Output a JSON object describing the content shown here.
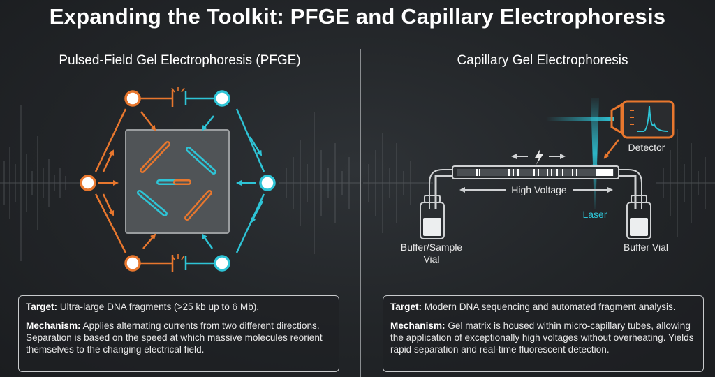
{
  "title": "Expanding the Toolkit: PFGE and Capillary Electrophoresis",
  "pfge": {
    "title": "Pulsed-Field Gel Electrophoresis (PFGE)",
    "target_label": "Target:",
    "target_text": "Ultra-large DNA fragments (>25 kb up to 6 Mb).",
    "mechanism_label": "Mechanism:",
    "mechanism_text": "Applies alternating currents from two different directions. Separation is based on the speed at which massive molecules reorient themselves to the changing electrical field."
  },
  "cge": {
    "title": "Capillary Gel Electrophoresis",
    "detector_label": "Detector",
    "high_voltage_label": "High Voltage",
    "laser_label": "Laser",
    "buffer_sample_line1": "Buffer/Sample",
    "buffer_sample_line2": "Vial",
    "buffer_vial_label": "Buffer Vial",
    "target_label": "Target:",
    "target_text": "Modern DNA sequencing and automated fragment analysis.",
    "mechanism_label": "Mechanism:",
    "mechanism_text": "Gel matrix is housed within micro-capillary tubes, allowing the application of exceptionally high voltages without overheating. Yields rapid separation and real-time fluorescent detection."
  },
  "colors": {
    "orange": "#e8772e",
    "cyan": "#2ec4d6",
    "background": "#222528"
  }
}
